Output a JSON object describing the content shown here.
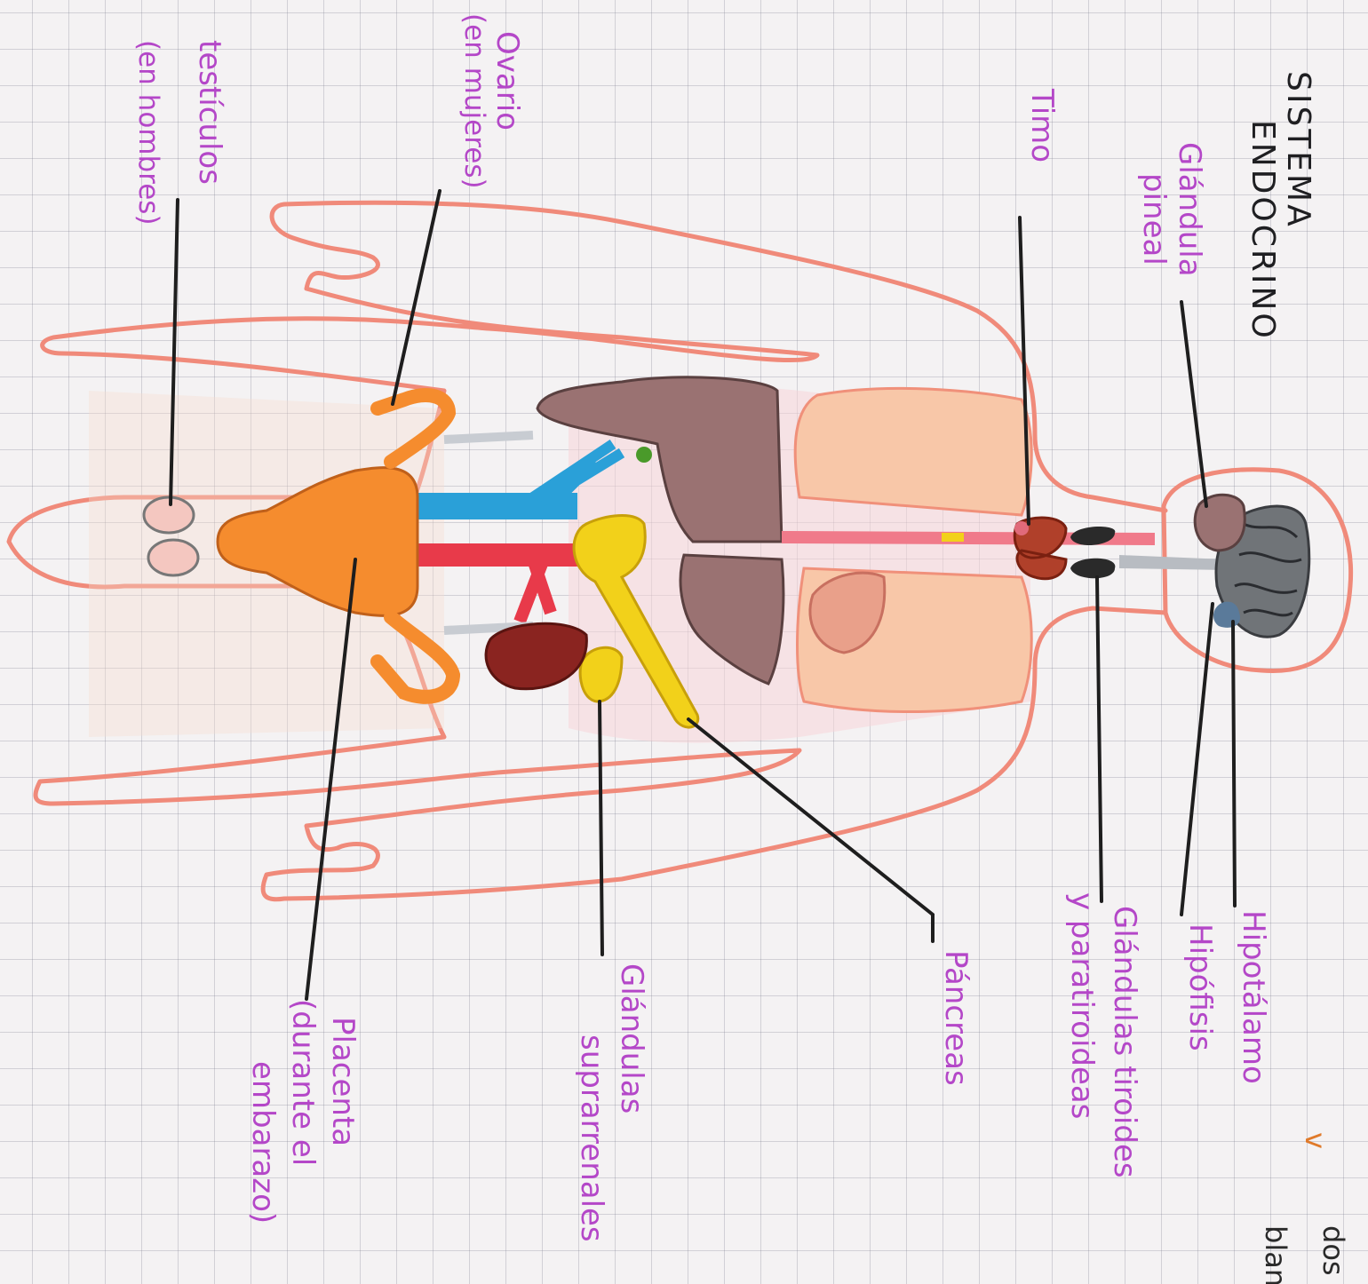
{
  "title": {
    "line1": "SISTEMA",
    "line2": "ENDOCRINO"
  },
  "labels": {
    "glandula_pineal": {
      "line1": "Glándula",
      "line2": "pineal"
    },
    "timo": "Timo",
    "ovario": {
      "line1": "Ovario",
      "line2": "(en mujeres)"
    },
    "testiculos": {
      "line1": "testículos",
      "line2": "(en hombres)"
    },
    "hipotalamo": "Hipotálamo",
    "hipofisis": "Hipófisis",
    "tiroides": {
      "line1": "Glándulas tiroides",
      "line2": "y paratiroideas"
    },
    "pancreas": "Páncreas",
    "suprarrenales": {
      "line1": "Glándulas",
      "line2": "suprarrenales"
    },
    "placenta": {
      "line1": "Placenta",
      "line2": "(durante el",
      "line3": "embarazo)"
    }
  },
  "corner_note": {
    "line1": "dos",
    "line2": "blanco",
    "mark": "v"
  },
  "colors": {
    "label_purple": "#b447c8",
    "body_outline": "#f08a7a",
    "uterus_orange": "#f58c2e",
    "pancreas_yellow": "#f2d11a",
    "vein_blue": "#2aa0d8",
    "artery_red": "#e83a4a",
    "liver_brown": "#9a7272",
    "kidney_maroon": "#8a2420",
    "lung_peach": "#f8c7a8",
    "thymus_red": "#b0402a",
    "thyroid_black": "#2a2a2a",
    "brain_gray": "#707478"
  }
}
